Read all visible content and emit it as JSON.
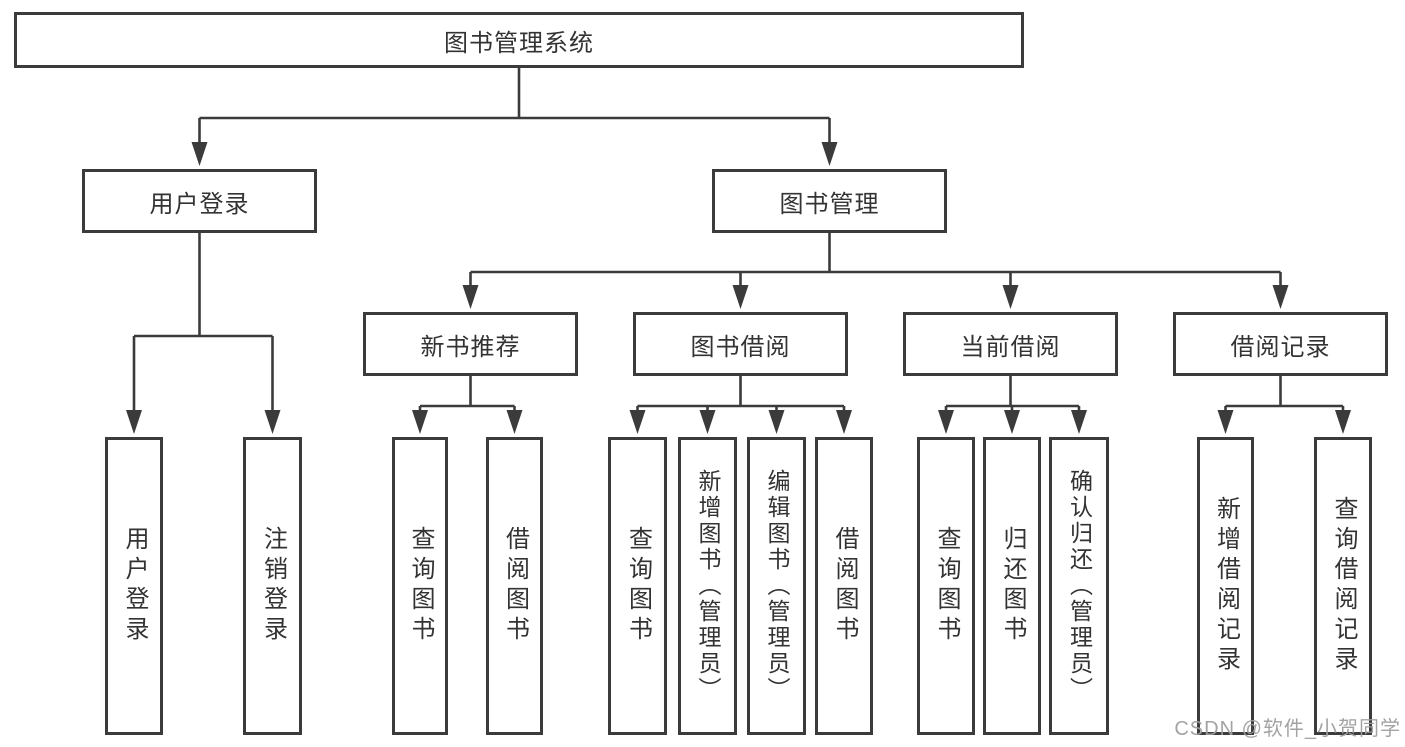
{
  "colors": {
    "line": "#3b3b3b",
    "border": "#3b3b3b",
    "text": "#333333",
    "watermark": "#9e9e9e",
    "background": "#ffffff"
  },
  "tree": {
    "root": {
      "label": "图书管理系统",
      "children": [
        {
          "label": "用户登录",
          "children": [
            {
              "label": "用户登录"
            },
            {
              "label": "注销登录"
            }
          ]
        },
        {
          "label": "图书管理",
          "children": [
            {
              "label": "新书推荐",
              "children": [
                {
                  "label": "查询图书"
                },
                {
                  "label": "借阅图书"
                }
              ]
            },
            {
              "label": "图书借阅",
              "children": [
                {
                  "label": "查询图书"
                },
                {
                  "label": "新增图书（管理员）"
                },
                {
                  "label": "编辑图书（管理员）"
                },
                {
                  "label": "借阅图书"
                }
              ]
            },
            {
              "label": "当前借阅",
              "children": [
                {
                  "label": "查询图书"
                },
                {
                  "label": "归还图书"
                },
                {
                  "label": "确认归还（管理员）"
                }
              ]
            },
            {
              "label": "借阅记录",
              "children": [
                {
                  "label": "新增借阅记录"
                },
                {
                  "label": "查询借阅记录"
                }
              ]
            }
          ]
        }
      ]
    }
  },
  "watermark": {
    "text": "CSDN @软件_小贺同学"
  }
}
